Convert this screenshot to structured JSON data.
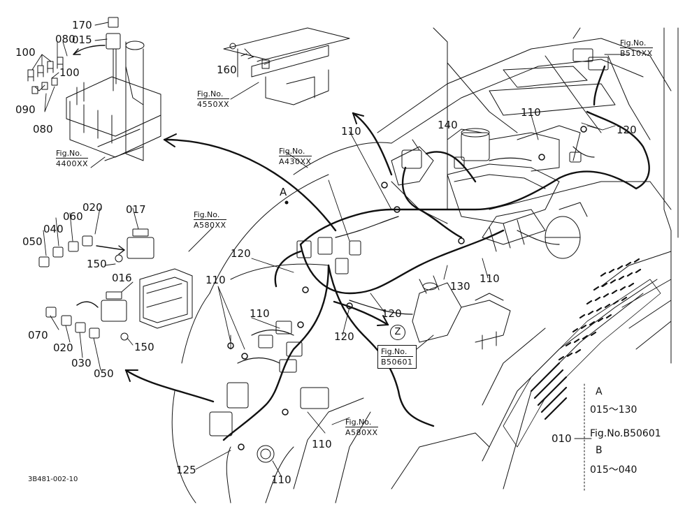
{
  "drawing_ref": "3B481-002-10",
  "callouts": {
    "c170": "170",
    "c015a": "015",
    "c080a": "080",
    "c100a": "100",
    "c100b": "100",
    "c090": "090",
    "c080b": "080",
    "c160": "160",
    "c110a": "110",
    "c140": "140",
    "c110b": "110",
    "c120a": "120",
    "c020a": "020",
    "c017": "017",
    "c060": "060",
    "c040": "040",
    "c050a": "050",
    "c150a": "150",
    "c016": "016",
    "c070": "070",
    "c020b": "020",
    "c030": "030",
    "c050b": "050",
    "c150b": "150",
    "cA": "A",
    "c120b": "120",
    "c110c": "110",
    "c110d": "110",
    "c130": "130",
    "c110e": "110",
    "c120c": "120",
    "c120d": "120",
    "c110f": "110",
    "c110g": "110",
    "c125": "125",
    "c010": "010"
  },
  "fig_refs": {
    "f4400": {
      "label": "Fig.No.",
      "code": "4400XX"
    },
    "f4550": {
      "label": "Fig.No.",
      "code": "4550XX"
    },
    "fB510": {
      "label": "Fig.No.",
      "code": "B510XX"
    },
    "fA430": {
      "label": "Fig.No.",
      "code": "A430XX"
    },
    "fA580a": {
      "label": "Fig.No.",
      "code": "A580XX"
    },
    "fB50601": {
      "label": "Fig.No.",
      "code": "B50601"
    },
    "fA580b": {
      "label": "Fig.No.",
      "code": "A580XX"
    }
  },
  "z_marker": "Z",
  "legend": {
    "a_letter": "A",
    "a_range": "015～130",
    "fig": "Fig.No.B50601",
    "b_letter": "B",
    "b_range": "015～040"
  }
}
